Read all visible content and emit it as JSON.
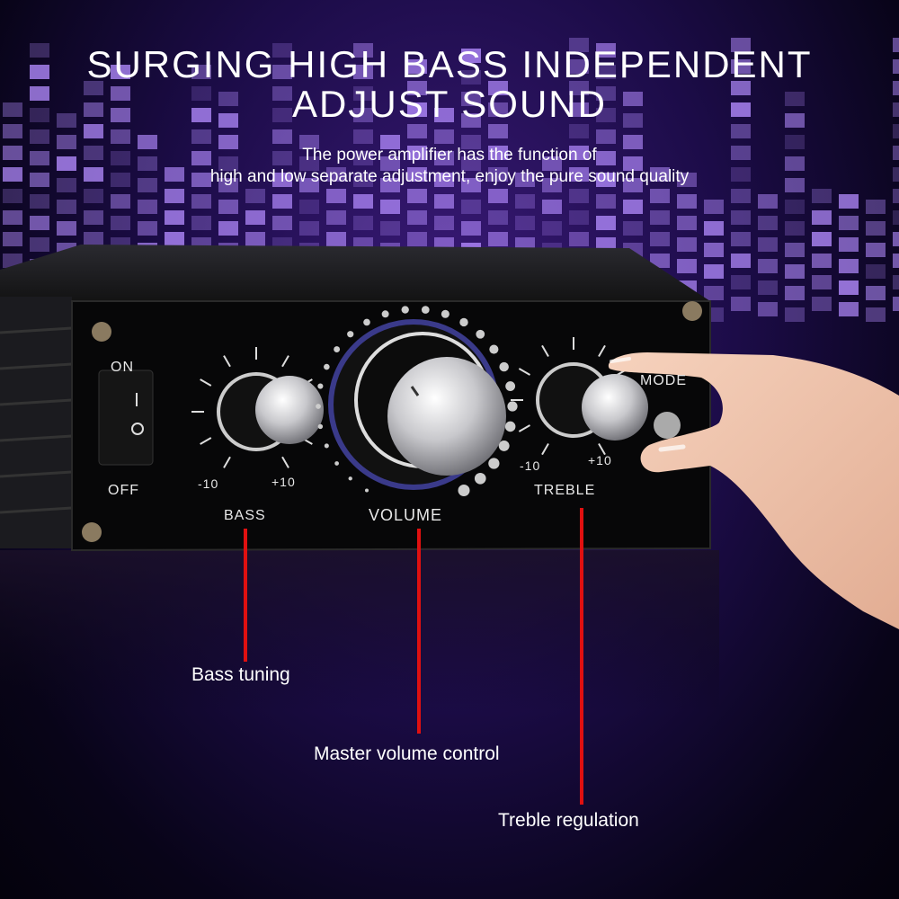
{
  "headline": {
    "line1": "SURGING HIGH BASS INDEPENDENT",
    "line2": "ADJUST SOUND"
  },
  "subtitle": {
    "line1": "The power amplifier has the function of",
    "line2": "high and low separate adjustment, enjoy the pure sound quality"
  },
  "panel": {
    "power_on": "ON",
    "power_off": "OFF",
    "bass_label": "BASS",
    "bass_min": "-10",
    "bass_max": "+10",
    "volume_label": "VOLUME",
    "treble_label": "TREBLE",
    "treble_min": "-10",
    "treble_max": "+10",
    "mode_label": "MODE"
  },
  "callouts": {
    "bass": "Bass tuning",
    "volume": "Master volume control",
    "treble": "Treble regulation"
  },
  "colors": {
    "accent_line": "#e01010",
    "background": "#1c0c48",
    "tile": "#b48cff"
  }
}
